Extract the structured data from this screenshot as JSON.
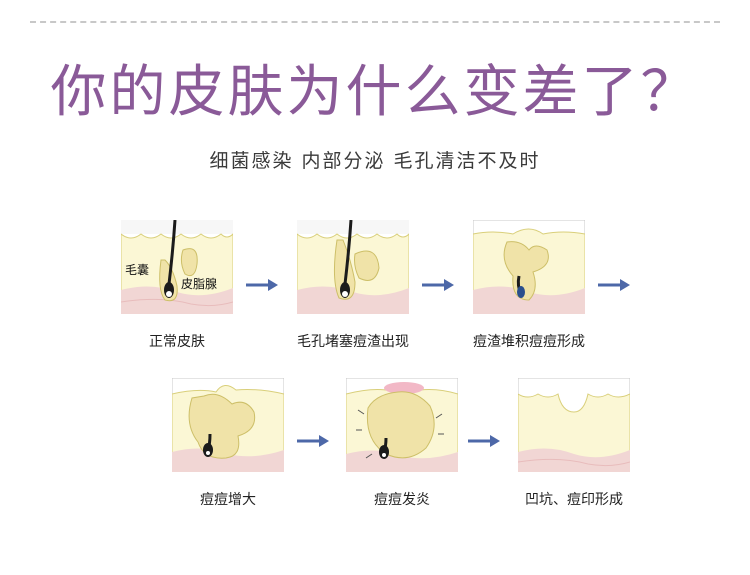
{
  "headline": "你的皮肤为什么变差了？",
  "subheadline": "细菌感染  内部分泌  毛孔清洁不及时",
  "stages": [
    {
      "caption": "正常皮肤",
      "labels": [
        "毛囊",
        "皮脂腺"
      ]
    },
    {
      "caption": "毛孔堵塞痘渣出现"
    },
    {
      "caption": "痘渣堆积痘痘形成"
    },
    {
      "caption": "痘痘增大"
    },
    {
      "caption": "痘痘发炎"
    },
    {
      "caption": "凹坑、痘印形成"
    }
  ],
  "colors": {
    "headline": "#8a5a98",
    "skin_fill": "#fbf7d5",
    "skin_edge": "#d9cf7a",
    "dermis": "#f1d6d4",
    "gland": "#f0e3a8",
    "arrow": "#4d68a8"
  }
}
